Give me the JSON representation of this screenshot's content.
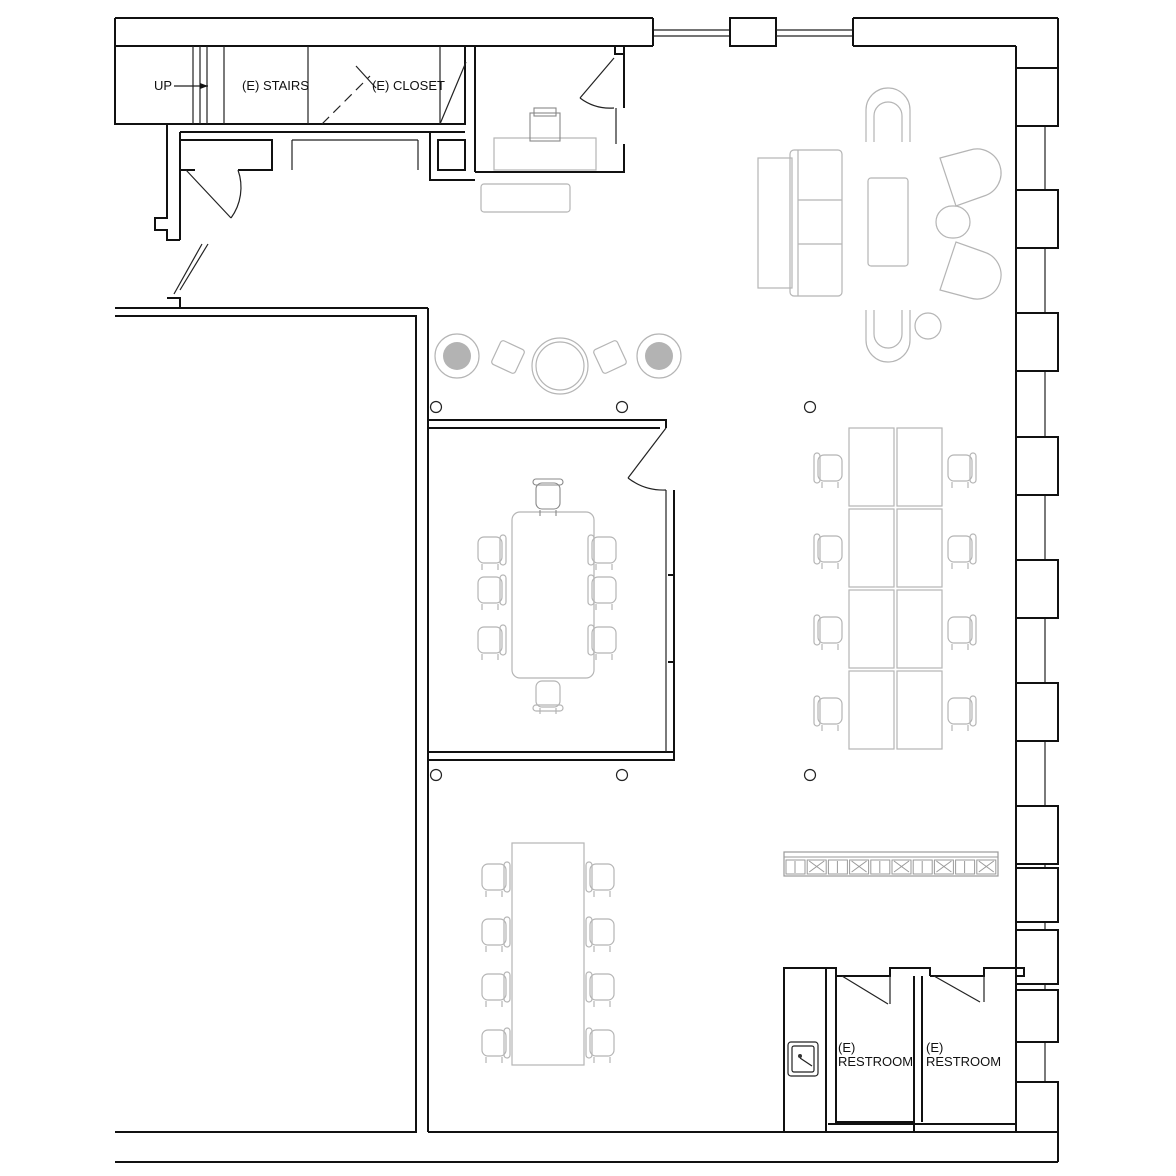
{
  "labels": {
    "up": "UP",
    "stairs": "(E) STAIRS",
    "closet": "(E) CLOSET",
    "restroom_1_line1": "(E)",
    "restroom_1_line2": "RESTROOM",
    "restroom_2_line1": "(E)",
    "restroom_2_line2": "RESTROOM"
  }
}
